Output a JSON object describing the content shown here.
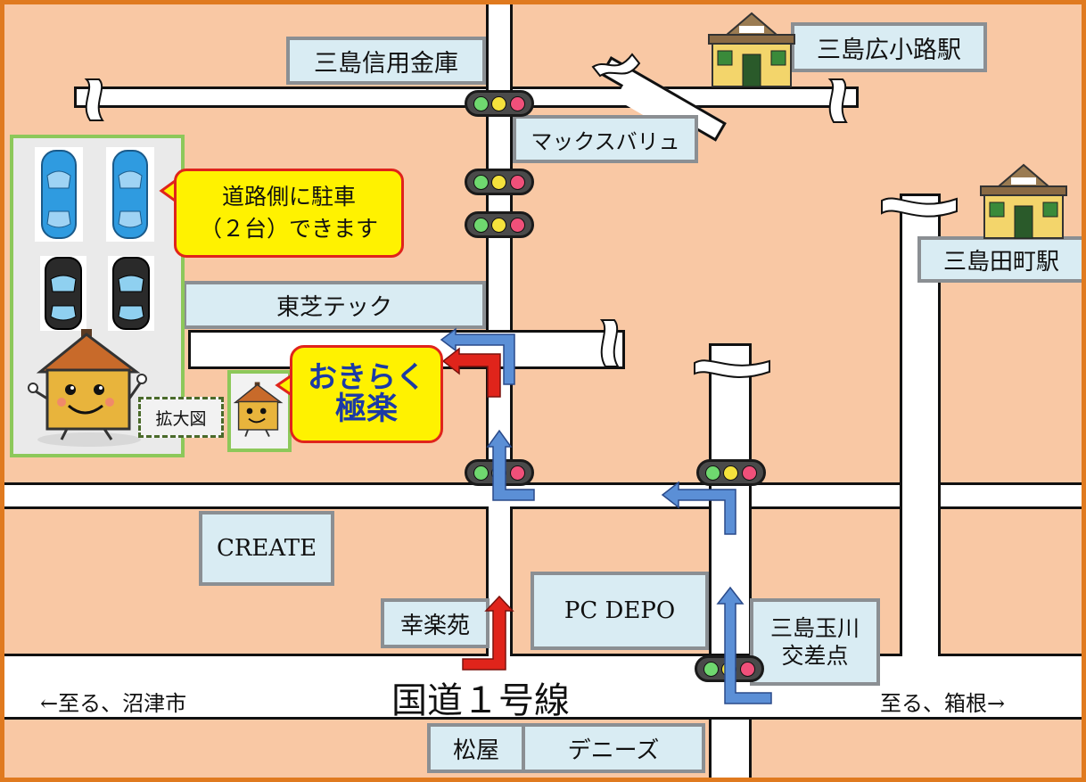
{
  "landmarks": {
    "mishima_shinyo_kinko": "三島信用金庫",
    "mishima_hirokoji_station": "三島広小路駅",
    "max_valu": "マックスバリュ",
    "mishima_tamachi_station": "三島田町駅",
    "toshiba_tec": "東芝テック",
    "create": "CREATE",
    "pc_depo": "PC DEPO",
    "korakuen": "幸楽苑",
    "tamagawa_intersection_line1": "三島玉川",
    "tamagawa_intersection_line2": "交差点",
    "matsuya": "松屋",
    "dennys": "デニーズ"
  },
  "shop": {
    "name_line1": "おきらく",
    "name_line2": "極楽"
  },
  "parking_note": {
    "line1": "道路側に駐車",
    "line2": "（２台）できます"
  },
  "enlarge_label": "拡大図",
  "route1": {
    "title": "国道１号線",
    "to_west": "←至る、沼津市",
    "to_east": "至る、箱根→"
  },
  "colors": {
    "frame": "#e07a1f",
    "land": "#f9c8a4",
    "road": "#ffffff",
    "label_fill": "#d9ecf3",
    "label_border": "#8b8f93",
    "callout_fill": "#fff200",
    "callout_border": "#e0241b",
    "route_arrow": "#e0241b",
    "guide_arrow": "#5b8fd6",
    "signal_green": "#6fd86f",
    "signal_yellow": "#f5e23c",
    "signal_red": "#f0507a"
  },
  "icons": {
    "traffic_signal": "traffic-signal-icon",
    "station": "station-building-icon",
    "car": "car-icon",
    "house": "house-mascot-icon"
  }
}
